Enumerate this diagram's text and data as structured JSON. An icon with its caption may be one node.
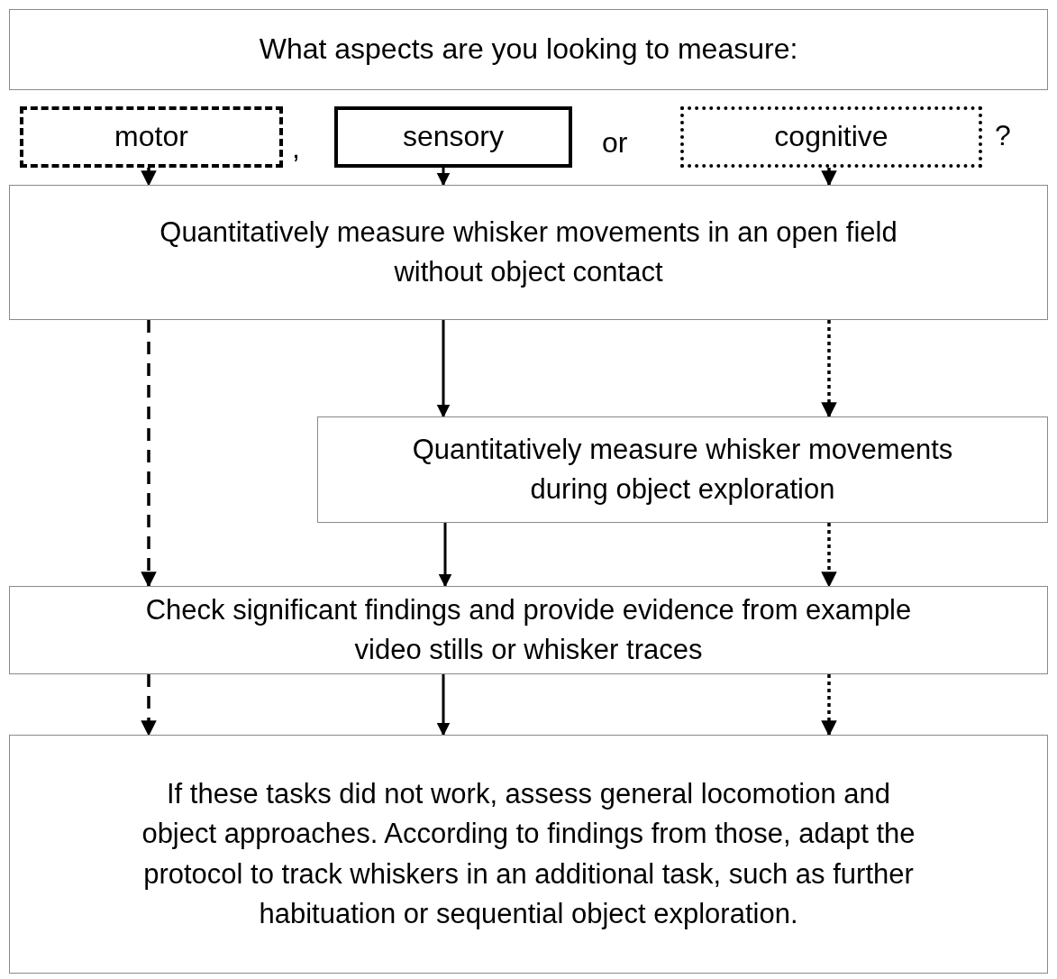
{
  "diagram": {
    "nodes": [
      {
        "text": [
          "What aspects are you looking to measure:"
        ]
      },
      {
        "text": [
          "motor"
        ]
      },
      {
        "text": [
          "sensory"
        ]
      },
      {
        "text": [
          "cognitive"
        ]
      },
      {
        "text": [
          "Quantitatively measure whisker movements in an open field without object contact"
        ]
      },
      {
        "text": [
          "Quantitatively measure whisker movements during object exploration"
        ]
      },
      {
        "text": [
          "Check significant findings and provide evidence from example video stills or whisker traces"
        ]
      },
      {
        "text": [
          "If these tasks did not work, assess general locomotion and object approaches. According to findings from those, adapt the protocol to track whiskers in an additional task, such as further habituation or sequential object exploration."
        ]
      }
    ],
    "edges": [
      {
        "from": 1,
        "to": 4,
        "arrow": "to",
        "style": "dashed"
      },
      {
        "from": 2,
        "to": 4,
        "arrow": "to"
      },
      {
        "from": 3,
        "to": 4,
        "arrow": "to",
        "style": "dashed"
      },
      {
        "from": 4,
        "to": 6,
        "arrow": "to",
        "style": "dashed"
      },
      {
        "from": 4,
        "to": 5,
        "arrow": "to"
      },
      {
        "from": 4,
        "to": 5,
        "arrow": "to",
        "style": "dashed"
      },
      {
        "from": 5,
        "to": 6,
        "arrow": "to"
      },
      {
        "from": 5,
        "to": 6,
        "arrow": "to",
        "style": "dashed"
      },
      {
        "from": 6,
        "to": 7,
        "arrow": "to",
        "style": "dashed"
      },
      {
        "from": 6,
        "to": 7,
        "arrow": "to"
      },
      {
        "from": 6,
        "to": 7,
        "arrow": "to",
        "style": "dashed"
      }
    ],
    "labels": [
      ",",
      "or",
      "?"
    ]
  }
}
